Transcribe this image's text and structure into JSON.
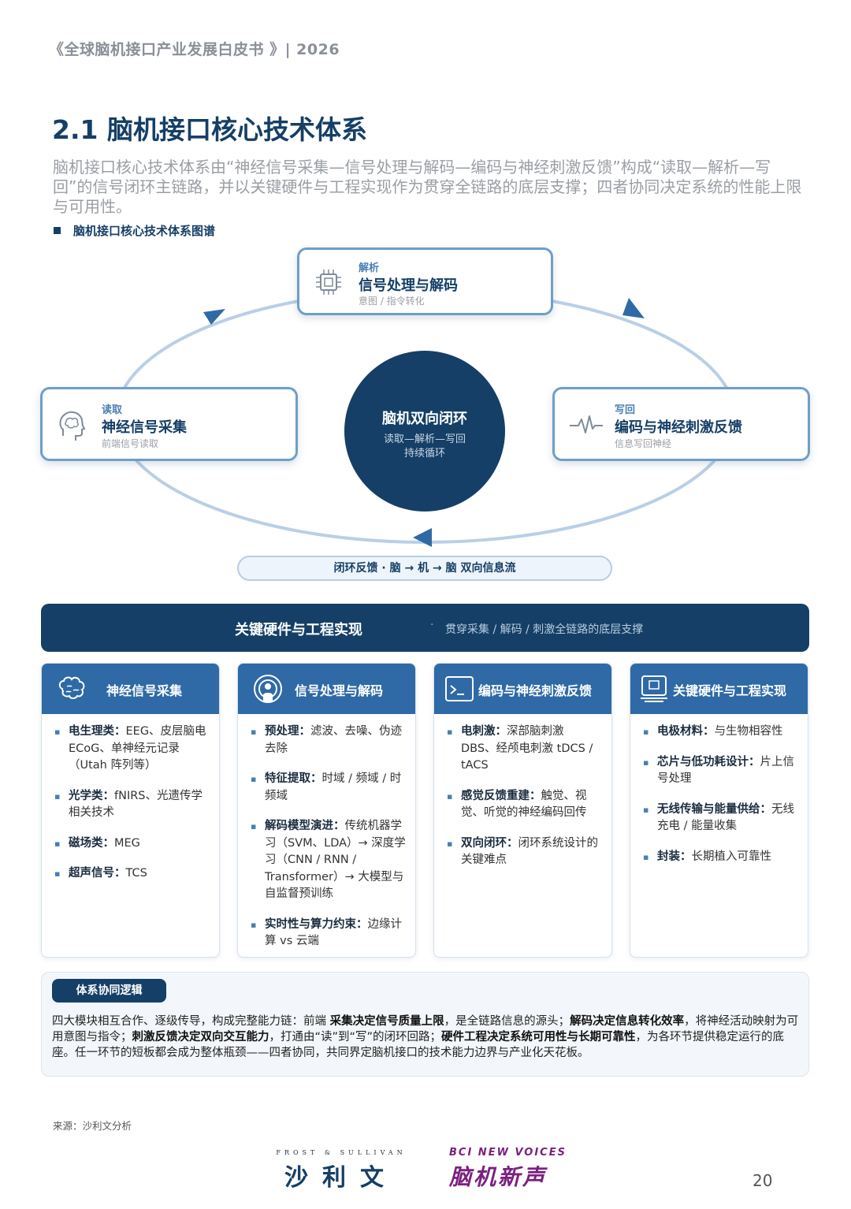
{
  "header": {
    "running_title": "《全球脑机接口产业发展白皮书 》| 2026"
  },
  "section": {
    "title": "2.1 脑机接口核心技术体系",
    "intro": "脑机接口核心技术体系由“神经信号采集—信号处理与解码—编码与神经刺激反馈”构成“读取—解析—写回”的信号闭环主链路，并以关键硬件与工程实现作为贯穿全链路的底层支撑；四者协同决定系统的性能上限与可用性。",
    "figure_label": "脑机接口核心技术体系图谱"
  },
  "cycle": {
    "top": {
      "tag": "解析",
      "name": "信号处理与解码",
      "sub": "意图 / 指令转化",
      "icon": "chip-icon"
    },
    "left": {
      "tag": "读取",
      "name": "神经信号采集",
      "sub": "前端信号读取",
      "icon": "head-brain-icon"
    },
    "right": {
      "tag": "写回",
      "name": "编码与神经刺激反馈",
      "sub": "信息写回神经",
      "icon": "pulse-wave-icon"
    },
    "center": {
      "title": "脑机双向闭环",
      "line1": "读取—解析—写回",
      "line2": "持续循环"
    },
    "pill": "闭环反馈 · 脑 → 机 → 脑 双向信息流",
    "colors": {
      "ring": "#b9cfe6",
      "arrow": "#2f6aa6",
      "node_border": "#6f9ec9",
      "center": "#153f66"
    }
  },
  "banner": {
    "title": "关键硬件与工程实现",
    "sep": "·",
    "subtitle": "贯穿采集 / 解码 / 刺激全链路的底层支撑"
  },
  "cards": [
    {
      "label": "神经信号采集",
      "icon": "brain-icon",
      "items": [
        {
          "key": "电生理类：",
          "text": "EEG、皮层脑电 ECoG、单神经元记录（Utah 阵列等）"
        },
        {
          "key": "光学类：",
          "text": "fNIRS、光遗传学相关技术"
        },
        {
          "key": "磁场类：",
          "text": "MEG"
        },
        {
          "key": "超声信号：",
          "text": "TCS"
        }
      ]
    },
    {
      "label": "信号处理与解码",
      "icon": "signal-person-icon",
      "items": [
        {
          "key": "预处理：",
          "text": "滤波、去噪、伪迹去除"
        },
        {
          "key": "特征提取：",
          "text": "时域 / 频域 / 时频域"
        },
        {
          "key": "解码模型演进：",
          "text": "传统机器学习（SVM、LDA）→ 深度学习（CNN / RNN / Transformer）→ 大模型与自监督预训练"
        },
        {
          "key": "实时性与算力约束：",
          "text": "边缘计算 vs 云端"
        }
      ]
    },
    {
      "label": "编码与神经刺激反馈",
      "icon": "terminal-icon",
      "items": [
        {
          "key": "电刺激：",
          "text": "深部脑刺激 DBS、经颅电刺激 tDCS / tACS"
        },
        {
          "key": "感觉反馈重建：",
          "text": "触觉、视觉、听觉的神经编码回传"
        },
        {
          "key": "双向闭环：",
          "text": "闭环系统设计的关键难点"
        }
      ]
    },
    {
      "label": "关键硬件与工程实现",
      "icon": "device-chip-icon",
      "items": [
        {
          "key": "电极材料：",
          "text": "与生物相容性"
        },
        {
          "key": "芯片与低功耗设计：",
          "text": "片上信号处理"
        },
        {
          "key": "无线传输与能量供给：",
          "text": "无线充电 / 能量收集"
        },
        {
          "key": "封装：",
          "text": "长期植入可靠性"
        }
      ]
    }
  ],
  "logic": {
    "tag": "体系协同逻辑",
    "parts": [
      {
        "t": "四大模块相互合作、逐级传导，构成完整能力链：前端 "
      },
      {
        "b": "采集决定信号质量上限"
      },
      {
        "t": "，是全链路信息的源头；"
      },
      {
        "b": "解码决定信息转化效率"
      },
      {
        "t": "，将神经活动映射为可用意图与指令；"
      },
      {
        "b": "刺激反馈决定双向交互能力"
      },
      {
        "t": "，打通由“读”到“写”的闭环回路；"
      },
      {
        "b": "硬件工程决定系统可用性与长期可靠性"
      },
      {
        "t": "，为各环节提供稳定运行的底座。任一环节的短板都会成为整体瓶颈——四者协同，共同界定脑机接口的技术能力边界与产业化天花板。"
      }
    ]
  },
  "footer": {
    "source": "来源：沙利文分析",
    "logo1_en": "FROST & SULLIVAN",
    "logo1_cn": "沙利文",
    "logo2_en": "BCI NEW VOICES",
    "logo2_cn": "脑机新声",
    "page_number": "20"
  }
}
